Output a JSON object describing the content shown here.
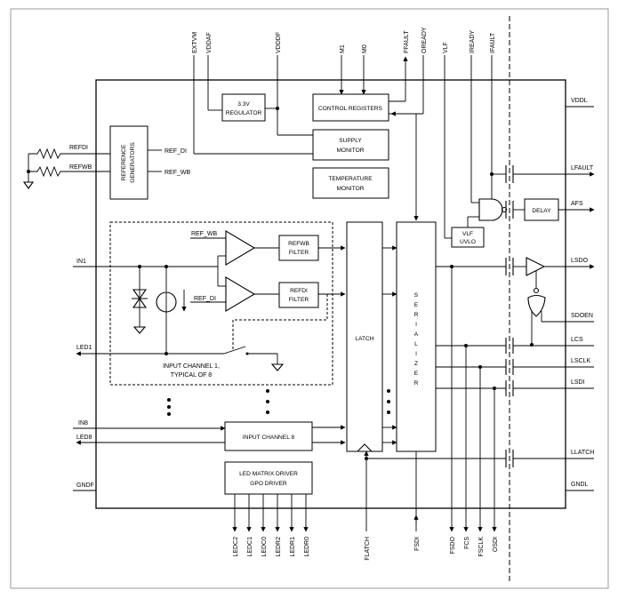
{
  "top_pins": [
    {
      "id": "extvm",
      "label": "EXTVM"
    },
    {
      "id": "vddaf",
      "label": "VDDAF"
    },
    {
      "id": "vdddf",
      "label": "VDDDF"
    },
    {
      "id": "m1",
      "label": "M1"
    },
    {
      "id": "m0",
      "label": "M0"
    },
    {
      "id": "ffault",
      "label": "FFAULT"
    },
    {
      "id": "oready",
      "label": "OREADY"
    },
    {
      "id": "vlf",
      "label": "VLF"
    },
    {
      "id": "iready",
      "label": "IREADY"
    },
    {
      "id": "ifault",
      "label": "IFAULT"
    }
  ],
  "left_pins": {
    "refdi": "REFDI",
    "refwb": "REFWB",
    "in1": "IN1",
    "led1": "LED1",
    "in8": "IN8",
    "led8": "LED8",
    "gndf": "GNDF"
  },
  "right_pins": {
    "vddl": "VDDL",
    "lfault": "LFAULT",
    "afs": "AFS",
    "lsdo": "LSDO",
    "sdoen": "SDOEN",
    "lcs": "LCS",
    "lsclk": "LSCLK",
    "lsdi": "LSDI",
    "llatch": "LLATCH",
    "gndl": "GNDL"
  },
  "bottom_pins": [
    {
      "id": "ledc2",
      "label": "LEDC2"
    },
    {
      "id": "ledc1",
      "label": "LEDC1"
    },
    {
      "id": "ledc0",
      "label": "LEDC0"
    },
    {
      "id": "ledr2",
      "label": "LEDR2"
    },
    {
      "id": "ledr1",
      "label": "LEDR1"
    },
    {
      "id": "ledr0",
      "label": "LEDR0"
    },
    {
      "id": "flatch",
      "label": "FLATCH"
    },
    {
      "id": "fsdi",
      "label": "FSDI"
    },
    {
      "id": "fsdo",
      "label": "FSDO"
    },
    {
      "id": "fcs",
      "label": "FCS"
    },
    {
      "id": "fsclk",
      "label": "FSCLK"
    },
    {
      "id": "osdi",
      "label": "OSDI"
    }
  ],
  "blocks": {
    "regulator": [
      "3.3V",
      "REGULATOR"
    ],
    "control_registers": "CONTROL REGISTERS",
    "supply_monitor": [
      "SUPPLY",
      "MONITOR"
    ],
    "temperature_monitor": [
      "TEMPERATURE",
      "MONITOR"
    ],
    "reference_generators": [
      "REFERENCE",
      "GENERATORS"
    ],
    "refwb_filter": [
      "REFWB",
      "FILTER"
    ],
    "refdi_filter": [
      "REFDI",
      "FILTER"
    ],
    "latch": "LATCH",
    "serializer": [
      "S",
      "E",
      "R",
      "I",
      "A",
      "L",
      "I",
      "Z",
      "E",
      "R"
    ],
    "vlf_uvlo": [
      "VLF",
      "UVLO"
    ],
    "delay": "DELAY",
    "input_channel_8": "INPUT CHANNEL 8",
    "led_matrix_driver": [
      "LED MATRIX DRIVER",
      "GPO DRIVER"
    ]
  },
  "labels": {
    "ref_di": "REF_DI",
    "ref_wb": "REF_WB",
    "ref_wb_in": "REF_WB",
    "ref_di_in": "REF_DI",
    "channel_caption": [
      "INPUT CHANNEL 1,",
      "TYPICAL OF 8"
    ]
  }
}
